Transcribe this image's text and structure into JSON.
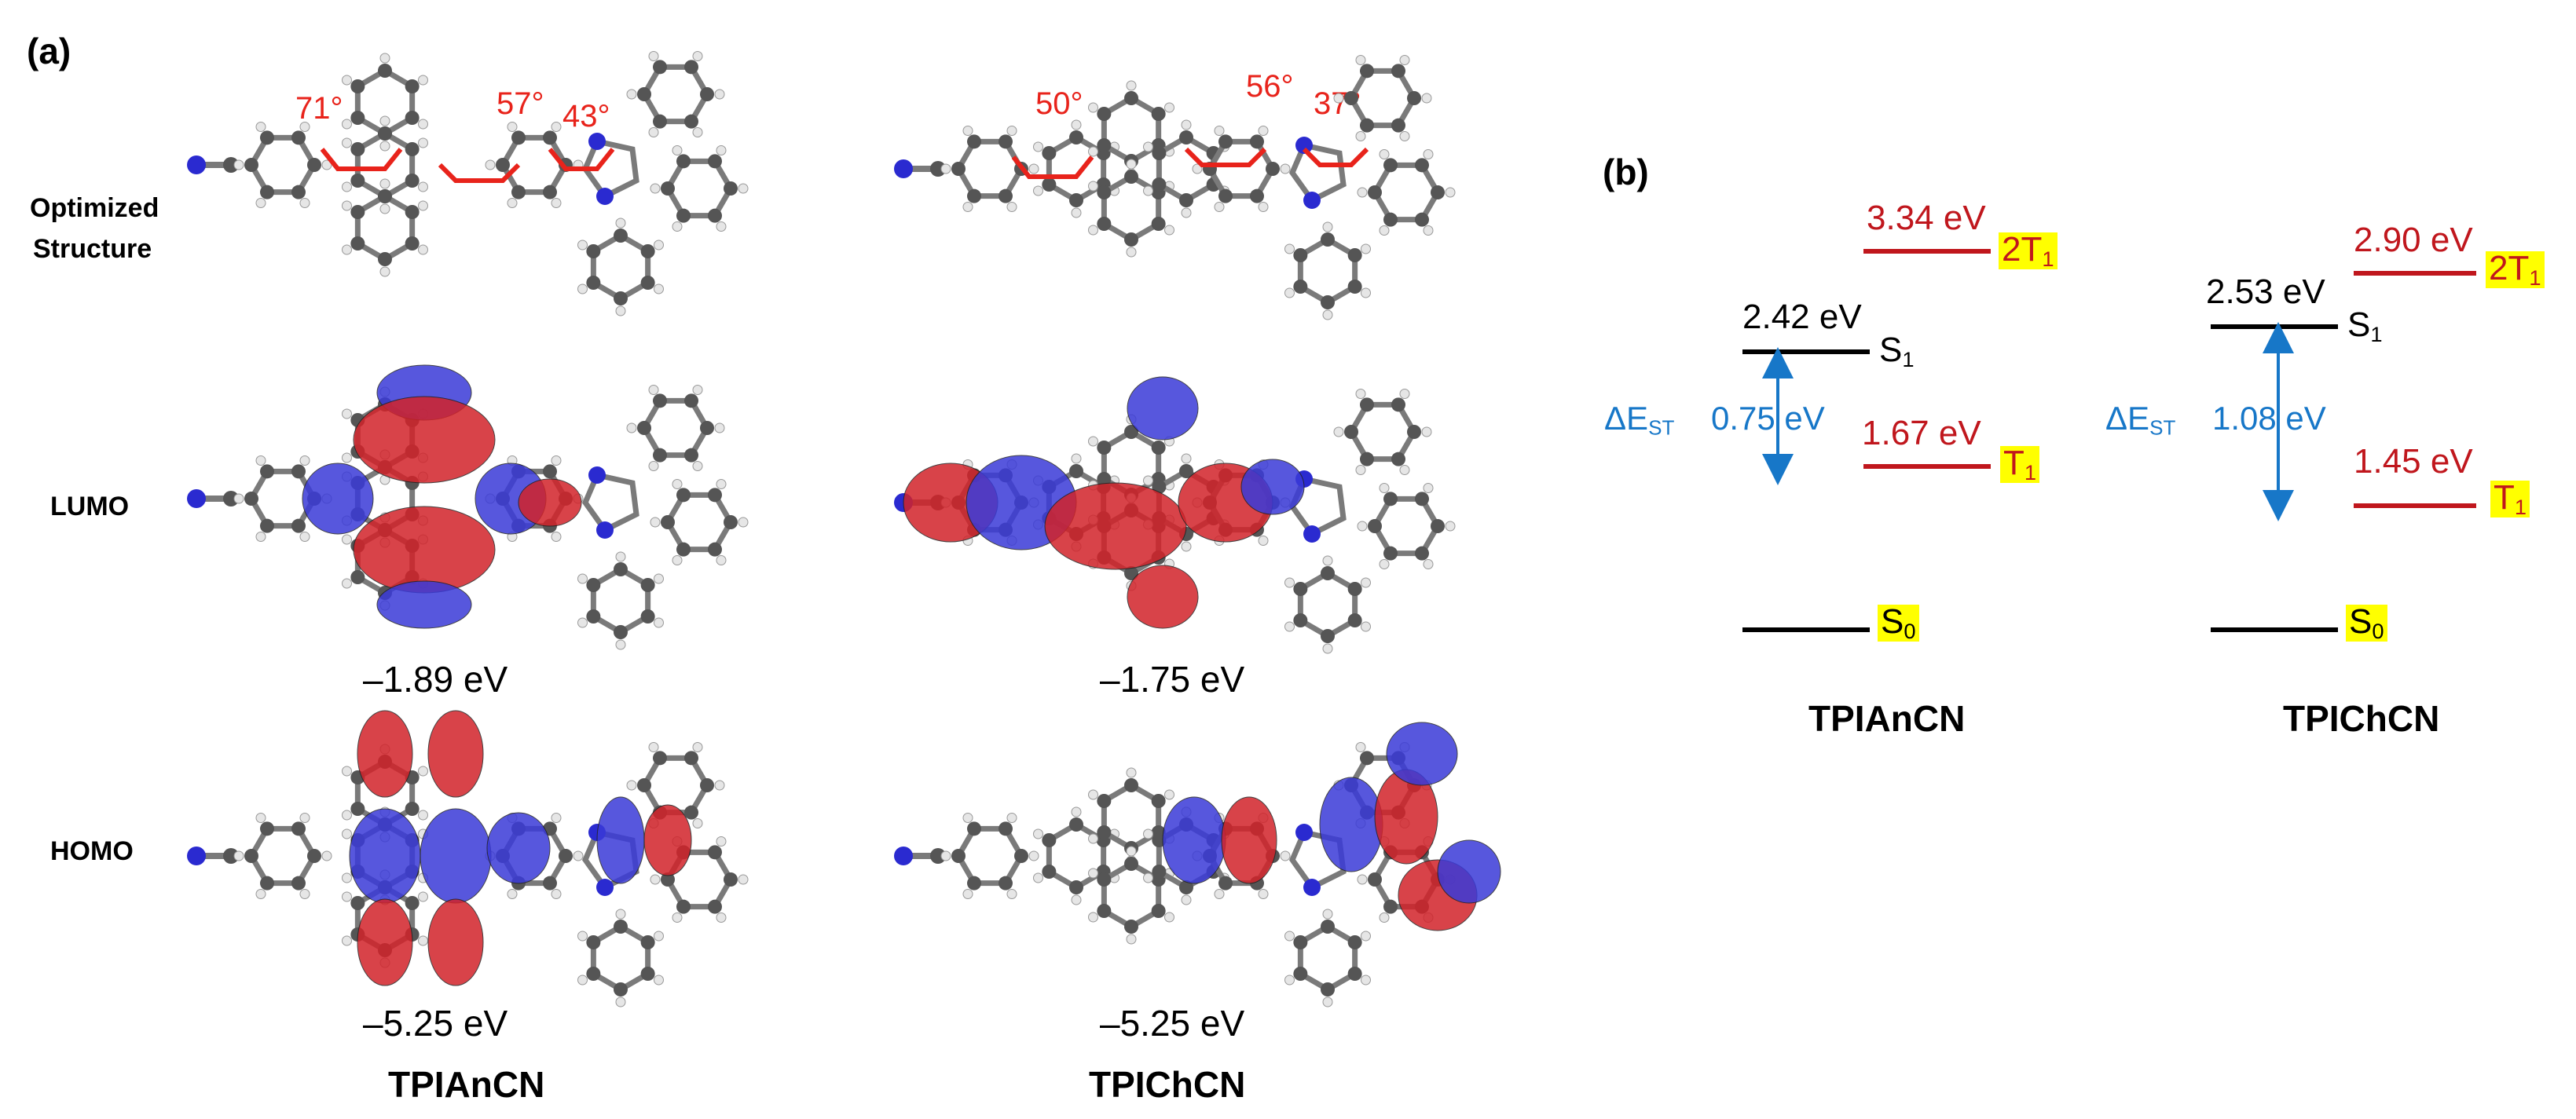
{
  "panel_a": {
    "label": "(a)",
    "row_labels": {
      "optimized_line1": "Optimized",
      "optimized_line2": "Structure",
      "lumo": "LUMO",
      "homo": "HOMO"
    },
    "angles_tpianc": [
      "71°",
      "57°",
      "43°"
    ],
    "angles_tpichcn": [
      "50°",
      "56°",
      "37°"
    ],
    "tpianc": {
      "lumo_energy": "–1.89 eV",
      "homo_energy": "–5.25 eV",
      "name": "TPIAnCN"
    },
    "tpichcn": {
      "lumo_energy": "–1.75 eV",
      "homo_energy": "–5.25 eV",
      "name": "TPIChCN"
    }
  },
  "panel_b": {
    "label": "(b)",
    "tpianc": {
      "t2_energy": "3.34 eV",
      "t2_label": "2T",
      "t2_sub": "1",
      "s1_energy": "2.42 eV",
      "s1_label": "S",
      "s1_sub": "1",
      "t1_energy": "1.67 eV",
      "t1_label": "T",
      "t1_sub": "1",
      "s0_label": "S",
      "s0_sub": "0",
      "dest_symbol": "ΔE",
      "dest_sub": "ST",
      "dest_value": "0.75 eV",
      "name": "TPIAnCN"
    },
    "tpichcn": {
      "t2_energy": "2.90 eV",
      "t2_label": "2T",
      "t2_sub": "1",
      "s1_energy": "2.53 eV",
      "s1_label": "S",
      "s1_sub": "1",
      "t1_energy": "1.45 eV",
      "t1_label": "T",
      "t1_sub": "1",
      "s0_label": "S",
      "s0_sub": "0",
      "dest_symbol": "ΔE",
      "dest_sub": "ST",
      "dest_value": "1.08 eV",
      "name": "TPIChCN"
    }
  },
  "colors": {
    "triplet": "#c0171d",
    "singlet": "#000000",
    "gap_arrow": "#1777c8",
    "angle_marker": "#e8231b",
    "highlight": "#ffff00",
    "orbital_positive": "#d2232a",
    "orbital_negative": "#3a3ad8",
    "carbon_atom": "#555555",
    "hydrogen_atom": "#e6e6e6",
    "nitrogen_atom": "#2a2ad0"
  }
}
